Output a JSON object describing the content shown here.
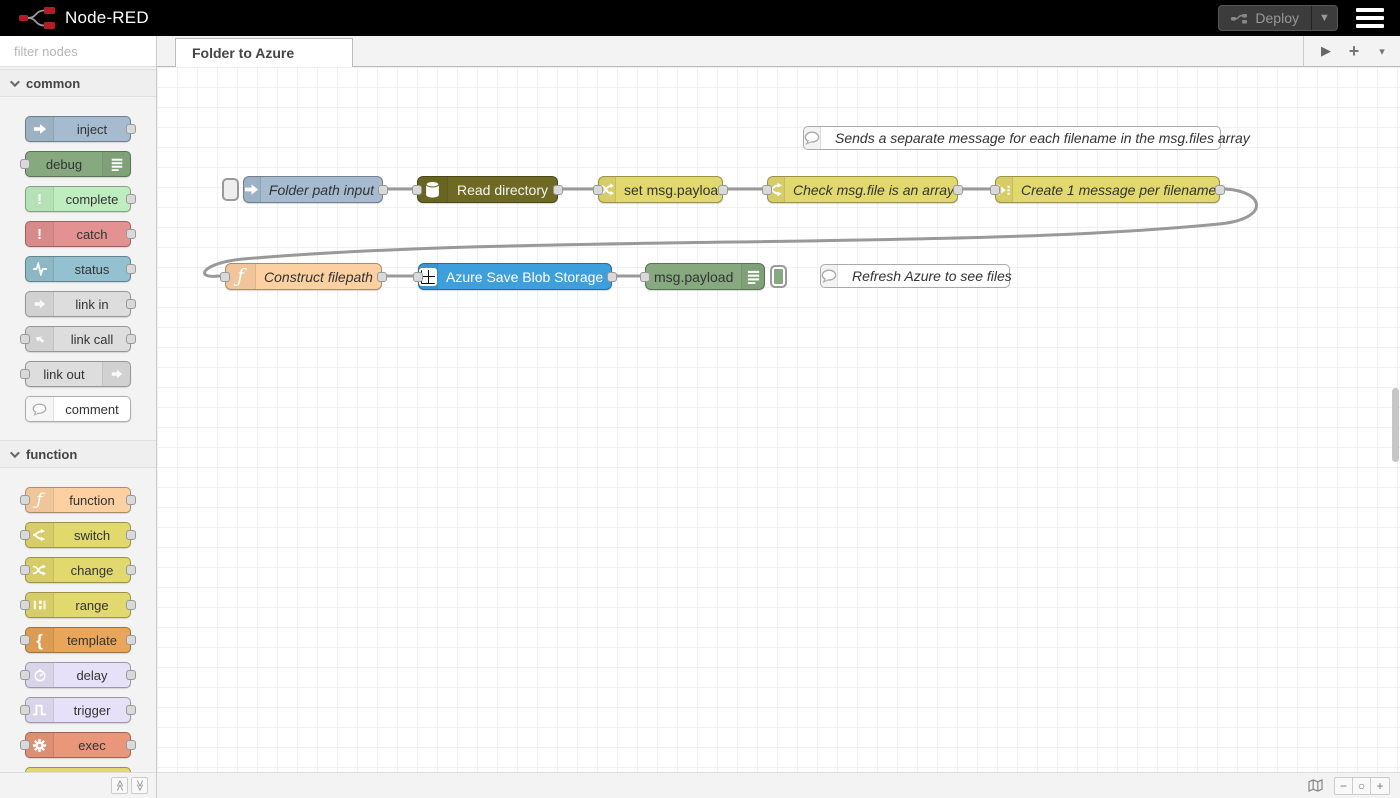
{
  "header": {
    "app_title": "Node-RED",
    "deploy": {
      "label": "Deploy",
      "icon": "deploy-nodes-icon",
      "caret_icon": "chevron-down-icon"
    },
    "menu_icon": "hamburger-menu-icon",
    "logo_icon": "node-red-logo-icon",
    "colors": {
      "bar": "#000000",
      "logo_red": "#ad1f23"
    }
  },
  "palette": {
    "search": {
      "placeholder": "filter nodes",
      "icon": "search-icon",
      "value": ""
    },
    "sections": [
      {
        "label": "common",
        "nodes": [
          {
            "label": "inject",
            "icon": "inject-arrow-icon",
            "color": "#a6bbcf"
          },
          {
            "label": "debug",
            "icon": "debug-list-icon",
            "color": "#87a980"
          },
          {
            "label": "complete",
            "icon": "exclamation-icon",
            "color": "#c0edc0"
          },
          {
            "label": "catch",
            "icon": "exclamation-icon",
            "color": "#e49191"
          },
          {
            "label": "status",
            "icon": "status-pulse-icon",
            "color": "#94c1d0"
          },
          {
            "label": "link in",
            "icon": "link-in-icon",
            "color": "#dddddd"
          },
          {
            "label": "link call",
            "icon": "link-call-icon",
            "color": "#dddddd"
          },
          {
            "label": "link out",
            "icon": "link-out-icon",
            "color": "#dddddd"
          },
          {
            "label": "comment",
            "icon": "comment-bubble-icon",
            "color": "#ffffff"
          }
        ]
      },
      {
        "label": "function",
        "nodes": [
          {
            "label": "function",
            "icon": "function-f-icon",
            "color": "#fdd0a2"
          },
          {
            "label": "switch",
            "icon": "switch-branch-icon",
            "color": "#e2d96e"
          },
          {
            "label": "change",
            "icon": "change-shuffle-icon",
            "color": "#e2d96e"
          },
          {
            "label": "range",
            "icon": "range-scale-icon",
            "color": "#e2d96e"
          },
          {
            "label": "template",
            "icon": "template-brace-icon",
            "color": "#e9a559"
          },
          {
            "label": "delay",
            "icon": "delay-timer-icon",
            "color": "#e6e0f8"
          },
          {
            "label": "trigger",
            "icon": "trigger-wave-icon",
            "color": "#e6e0f8"
          },
          {
            "label": "exec",
            "icon": "exec-gear-icon",
            "color": "#e9967a"
          }
        ]
      }
    ],
    "footer": {
      "collapse_icon": "collapse-all-icon",
      "expand_icon": "expand-all-icon"
    }
  },
  "workspace": {
    "tab": {
      "label": "Folder to Azure"
    },
    "toolbar": {
      "expand_icon": "expand-tabs-icon",
      "add_label": "+",
      "list_icon": "chevron-down-icon",
      "expand_glyph": "▶",
      "caret_glyph": "▾"
    },
    "comments": [
      {
        "label": "Sends a separate message for each filename in the msg.files array",
        "icon": "comment-bubble-icon"
      },
      {
        "label": "Refresh Azure to see files",
        "icon": "comment-bubble-icon"
      }
    ],
    "nodes": [
      {
        "label": "Folder path input",
        "type": "inject",
        "icon": "inject-arrow-icon",
        "color": "#a6bbcf"
      },
      {
        "label": "Read directory",
        "type": "fs",
        "icon": "database-icon",
        "color": "#6e6a23"
      },
      {
        "label": "set msg.payload",
        "type": "change",
        "icon": "change-shuffle-icon",
        "color": "#e2d96e"
      },
      {
        "label": "Check msg.file is an array",
        "type": "switch",
        "icon": "switch-branch-icon",
        "color": "#e2d96e"
      },
      {
        "label": "Create 1 message per filename",
        "type": "split",
        "icon": "split-icon",
        "color": "#e2d96e"
      },
      {
        "label": "Construct filepath",
        "type": "function",
        "icon": "function-f-icon",
        "color": "#fdd0a2"
      },
      {
        "label": "Azure Save Blob Storage",
        "type": "azure",
        "icon": "azure-blob-icon",
        "color": "#3d9fdb"
      },
      {
        "label": "msg.payload",
        "type": "debug",
        "icon": "debug-list-icon",
        "color": "#87a980"
      }
    ],
    "wire_color": "#999999",
    "footer": {
      "navigator_icon": "map-icon",
      "zoom_out": "−",
      "zoom_reset": "○",
      "zoom_in": "+"
    }
  }
}
